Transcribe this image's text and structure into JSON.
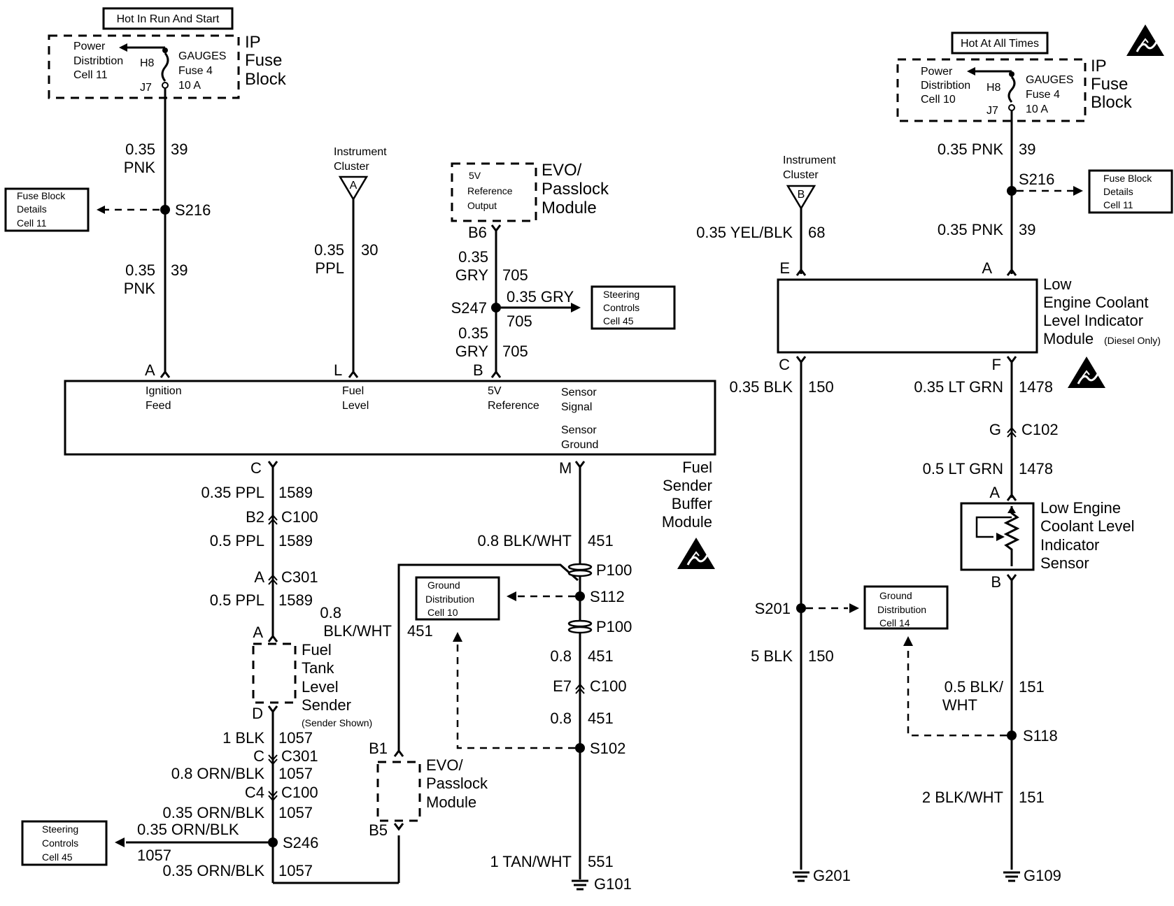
{
  "left_power": {
    "header": "Hot In Run And Start",
    "pd_line1": "Power",
    "pd_line2": "Distribtion",
    "pd_line3": "Cell 11",
    "h8": "H8",
    "j7": "J7",
    "fuse_line1": "GAUGES",
    "fuse_line2": "Fuse 4",
    "fuse_line3": "10 A",
    "ip1": "IP",
    "ip2": "Fuse",
    "ip3": "Block"
  },
  "right_power": {
    "header": "Hot At All Times",
    "pd_line1": "Power",
    "pd_line2": "Distribtion",
    "pd_line3": "Cell 10",
    "h8": "H8",
    "j7": "J7",
    "fuse_line1": "GAUGES",
    "fuse_line2": "Fuse 4",
    "fuse_line3": "10 A",
    "ip1": "IP",
    "ip2": "Fuse",
    "ip3": "Block"
  },
  "refs": {
    "fuse_block_left": [
      "Fuse Block",
      "Details",
      "Cell 11"
    ],
    "fuse_block_right": [
      "Fuse Block",
      "Details",
      "Cell 11"
    ],
    "steering_top": [
      "Steering",
      "Controls",
      "Cell 45"
    ],
    "steering_bottom": [
      "Steering",
      "Controls",
      "Cell 45"
    ],
    "ground_cell10": [
      "Ground",
      "Distribution",
      "Cell 10"
    ],
    "ground_cell14": [
      "Ground",
      "Distribution",
      "Cell 14"
    ]
  },
  "splices": {
    "s216_left": "S216",
    "s216_right": "S216",
    "s247": "S247",
    "s112": "S112",
    "s102": "S102",
    "s246": "S246",
    "s201": "S201",
    "s118": "S118"
  },
  "connectors": {
    "c100_b2": "B2",
    "c100_b2_name": "C100",
    "c301_a": "A",
    "c301_a_name": "C301",
    "c301_c": "C",
    "c301_c_name": "C301",
    "c100_c4": "C4",
    "c100_c4_name": "C100",
    "c100_e7": "E7",
    "c100_e7_name": "C100",
    "p100_top": "P100",
    "p100_bottom": "P100",
    "c102_g": "G",
    "c102_name": "C102"
  },
  "grounds": {
    "g101": "G101",
    "g201": "G201",
    "g109": "G109"
  },
  "instrument_cluster": {
    "left_line1": "Instrument",
    "left_line2": "Cluster",
    "left_pin": "A",
    "right_line1": "Instrument",
    "right_line2": "Cluster",
    "right_pin": "B"
  },
  "evo_top": {
    "out_line1": "5V",
    "out_line2": "Reference",
    "out_line3": "Output",
    "name1": "EVO/",
    "name2": "Passlock",
    "name3": "Module",
    "pin": "B6"
  },
  "evo_bottom": {
    "name1": "EVO/",
    "name2": "Passlock",
    "name3": "Module",
    "pin_top": "B1",
    "pin_bottom": "B5"
  },
  "buffer_module": {
    "pin_a": "A",
    "pin_l": "L",
    "pin_b": "B",
    "pin_c": "C",
    "pin_m": "M",
    "ign1": "Ignition",
    "ign2": "Feed",
    "fuel1": "Fuel",
    "fuel2": "Level",
    "ref1": "5V",
    "ref2": "Reference",
    "sig1": "Sensor",
    "sig2": "Signal",
    "gnd1": "Sensor",
    "gnd2": "Ground",
    "name1": "Fuel",
    "name2": "Sender",
    "name3": "Buffer",
    "name4": "Module"
  },
  "fuel_sender": {
    "pin_a": "A",
    "pin_d": "D",
    "name1": "Fuel",
    "name2": "Tank",
    "name3": "Level",
    "name4": "Sender",
    "note": "(Sender Shown)"
  },
  "coolant_module": {
    "pin_e": "E",
    "pin_a": "A",
    "pin_c": "C",
    "pin_f": "F",
    "name1": "Low",
    "name2": "Engine Coolant",
    "name3": "Level Indicator",
    "name4": "Module",
    "name_note": "(Diesel Only)"
  },
  "coolant_sensor": {
    "pin_a": "A",
    "pin_b": "B",
    "name1": "Low Engine",
    "name2": "Coolant Level",
    "name3": "Indicator",
    "name4": "Sensor"
  },
  "wires": {
    "l_top_size": "0.35",
    "l_top_color": "PNK",
    "l_top_circuit": "39",
    "l_mid_size": "0.35",
    "l_mid_color": "PNK",
    "l_mid_circuit": "39",
    "ppl_size": "0.35",
    "ppl_color": "PPL",
    "ppl_circuit": "30",
    "gry_a_size": "0.35",
    "gry_a_color": "GRY",
    "gry_a_circuit": "705",
    "gry_branch": "0.35 GRY",
    "gry_branch_circuit": "705",
    "gry_b_size": "0.35",
    "gry_b_color": "GRY",
    "gry_b_circuit": "705",
    "c_ppl_1": "0.35 PPL",
    "c_ppl_1_circuit": "1589",
    "c_ppl_2": "0.5 PPL",
    "c_ppl_2_circuit": "1589",
    "c_ppl_3": "0.5 PPL",
    "c_ppl_3_circuit": "1589",
    "m_bw": "0.8 BLK/WHT",
    "m_bw_circuit": "451",
    "evo_bw_size": "0.8",
    "evo_bw_color": "BLK/WHT",
    "evo_bw_circuit": "451",
    "m_451_a_size": "0.8",
    "m_451_a_circuit": "451",
    "m_451_b_size": "0.8",
    "m_451_b_circuit": "451",
    "blk_1057": "1 BLK",
    "blk_1057_circuit": "1057",
    "ob_1": "0.8 ORN/BLK",
    "ob_1_circuit": "1057",
    "ob_2": "0.35 ORN/BLK",
    "ob_2_circuit": "1057",
    "ob_branch": "0.35 ORN/BLK",
    "ob_branch_circuit": "1057",
    "ob_3": "0.35 ORN/BLK",
    "ob_3_circuit": "1057",
    "tan_wht": "1 TAN/WHT",
    "tan_wht_circuit": "551",
    "r_pnk_1": "0.35 PNK",
    "r_pnk_1_circuit": "39",
    "r_pnk_2": "0.35 PNK",
    "r_pnk_2_circuit": "39",
    "yel_blk": "0.35 YEL/BLK",
    "yel_blk_circuit": "68",
    "blk_150_a": "0.35 BLK",
    "blk_150_a_circuit": "150",
    "blk_150_b": "5 BLK",
    "blk_150_b_circuit": "150",
    "ltgrn_a": "0.35 LT GRN",
    "ltgrn_a_circuit": "1478",
    "ltgrn_b": "0.5 LT GRN",
    "ltgrn_b_circuit": "1478",
    "bw_151_a_1": "0.5 BLK/",
    "bw_151_a_2": "WHT",
    "bw_151_a_circuit": "151",
    "bw_151_b": "2 BLK/WHT",
    "bw_151_b_circuit": "151"
  }
}
